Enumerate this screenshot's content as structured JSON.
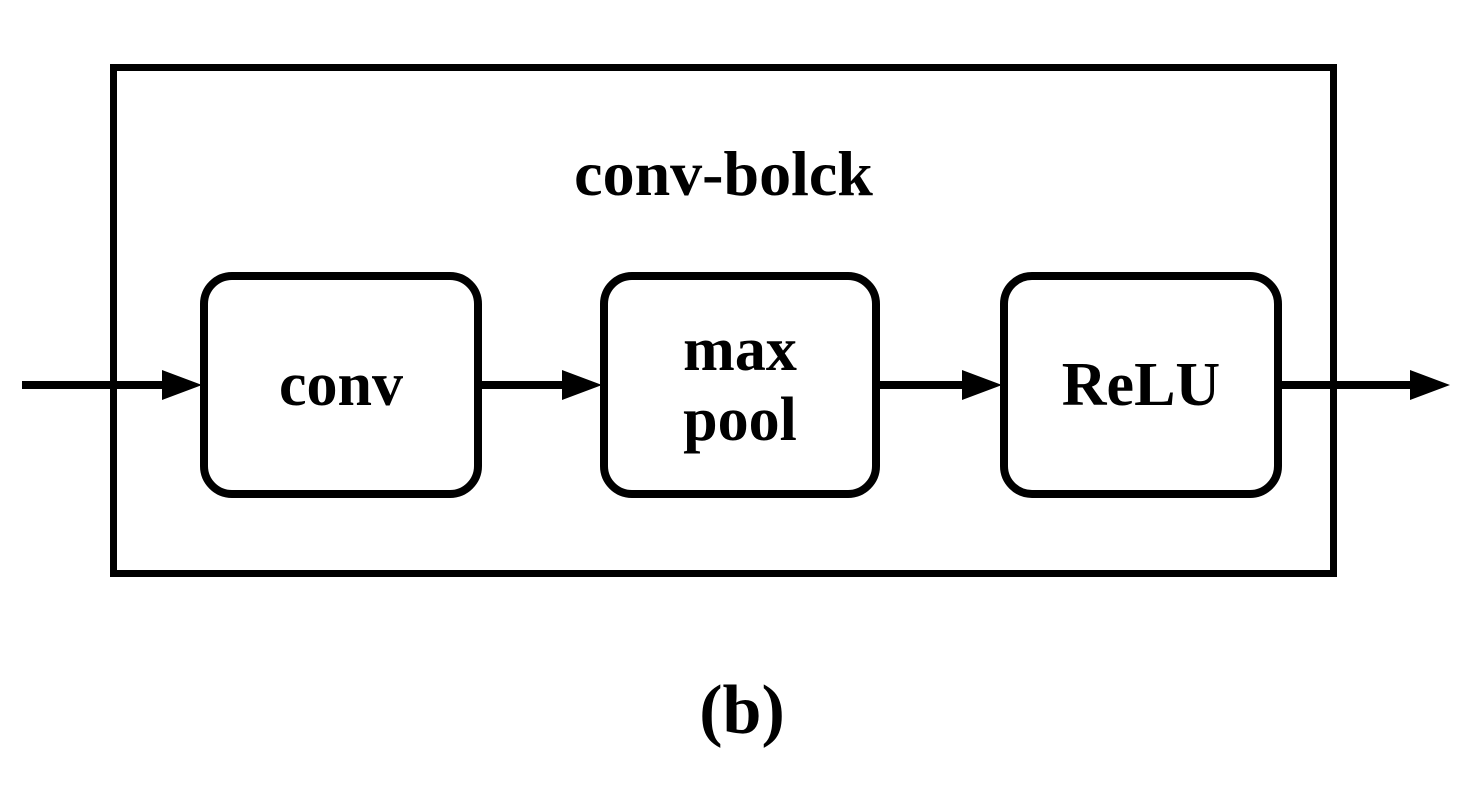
{
  "diagram": {
    "title": "conv-bolck",
    "caption": "(b)",
    "blocks": [
      {
        "id": "conv",
        "lines": [
          "conv"
        ]
      },
      {
        "id": "max-pool",
        "lines": [
          "max",
          "pool"
        ]
      },
      {
        "id": "relu",
        "lines": [
          "ReLU"
        ]
      }
    ],
    "arrows": [
      {
        "from": "input",
        "to": "conv"
      },
      {
        "from": "conv",
        "to": "max-pool"
      },
      {
        "from": "max-pool",
        "to": "relu"
      },
      {
        "from": "relu",
        "to": "output"
      }
    ],
    "colors": {
      "stroke": "#000000",
      "background": "#ffffff"
    }
  }
}
